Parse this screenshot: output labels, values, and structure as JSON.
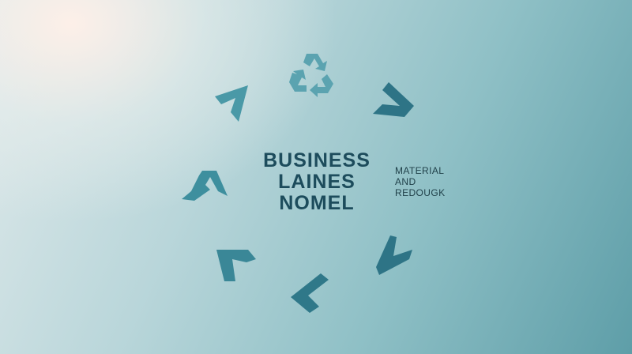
{
  "diagram": {
    "title_lines": [
      "BUSINESS",
      "LAINES",
      "NOMEL"
    ],
    "side_label_lines": [
      "MATERIAL",
      "AND",
      "REDOUGK"
    ],
    "colors": {
      "arrow": "#3e8f9e",
      "arrow_dark": "#2e7486",
      "title_text": "#1d4c5c",
      "label_text": "#1f3f48"
    },
    "icons": [
      "recycle-icon",
      "chevron-arrow"
    ]
  }
}
